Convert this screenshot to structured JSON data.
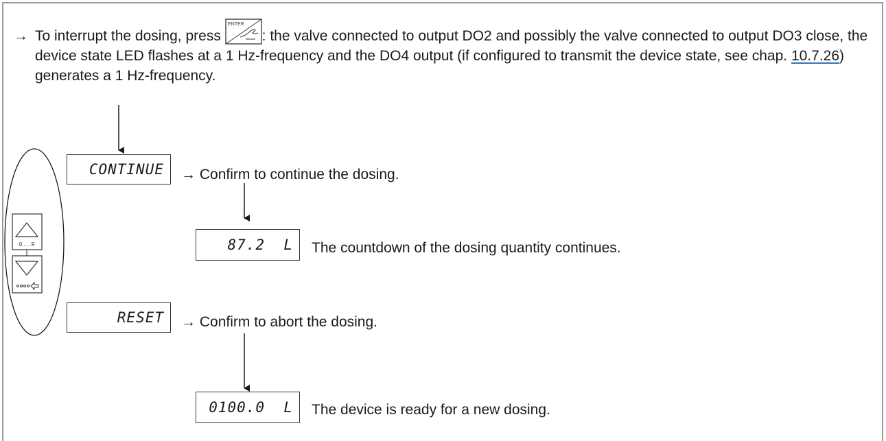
{
  "intro": {
    "arrow": "→",
    "text_before_key": "To interrupt the dosing, press",
    "enter_key_label": "ENTER",
    "text_after_key": ": the valve connected to output DO2 and possibly the valve connected to output DO3 close, the device state LED flashes at a 1 Hz-frequency and the DO4 output (if configured to transmit the device state, see chap.",
    "chapter_ref": "10.7.26",
    "text_end": ") generates a 1 Hz-frequency."
  },
  "keypad": {
    "up_key_sublabel": "0......9",
    "down_key_icons": "up-arrow / dots-left-arrow"
  },
  "steps": [
    {
      "display": "CONTINUE",
      "arrow": "→",
      "description": "Confirm to continue the dosing."
    },
    {
      "display": "87.2  L",
      "description": "The countdown of the dosing quantity continues."
    },
    {
      "display": "RESET",
      "arrow": "→",
      "description": "Confirm to abort the dosing."
    },
    {
      "display": "0100.0  L",
      "description": "The device is ready for a new dosing."
    }
  ]
}
